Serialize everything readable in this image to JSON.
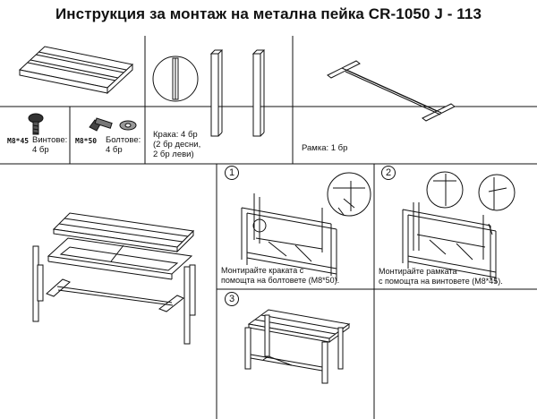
{
  "title": "Инструкция за монтаж на метална пейка CR-1050 J - 113",
  "parts": {
    "screw_code": "M8*45",
    "screw_label": "Винтове:\n4 бр",
    "bolt_code": "M8*50",
    "bolt_label": "Болтове:\n4 бр",
    "legs_label": "Крака: 4 бр\n(2 бр десни,\n2 бр леви)",
    "frame_label": "Рамка: 1 бр"
  },
  "steps": [
    {
      "number": "1",
      "text": "Монтирайте краката с\nпомощта на болтовете (M8*50)."
    },
    {
      "number": "2",
      "text": "Монтирайте рамката\nс помощта на винтовете (M8*45)."
    },
    {
      "number": "3",
      "text": ""
    }
  ]
}
